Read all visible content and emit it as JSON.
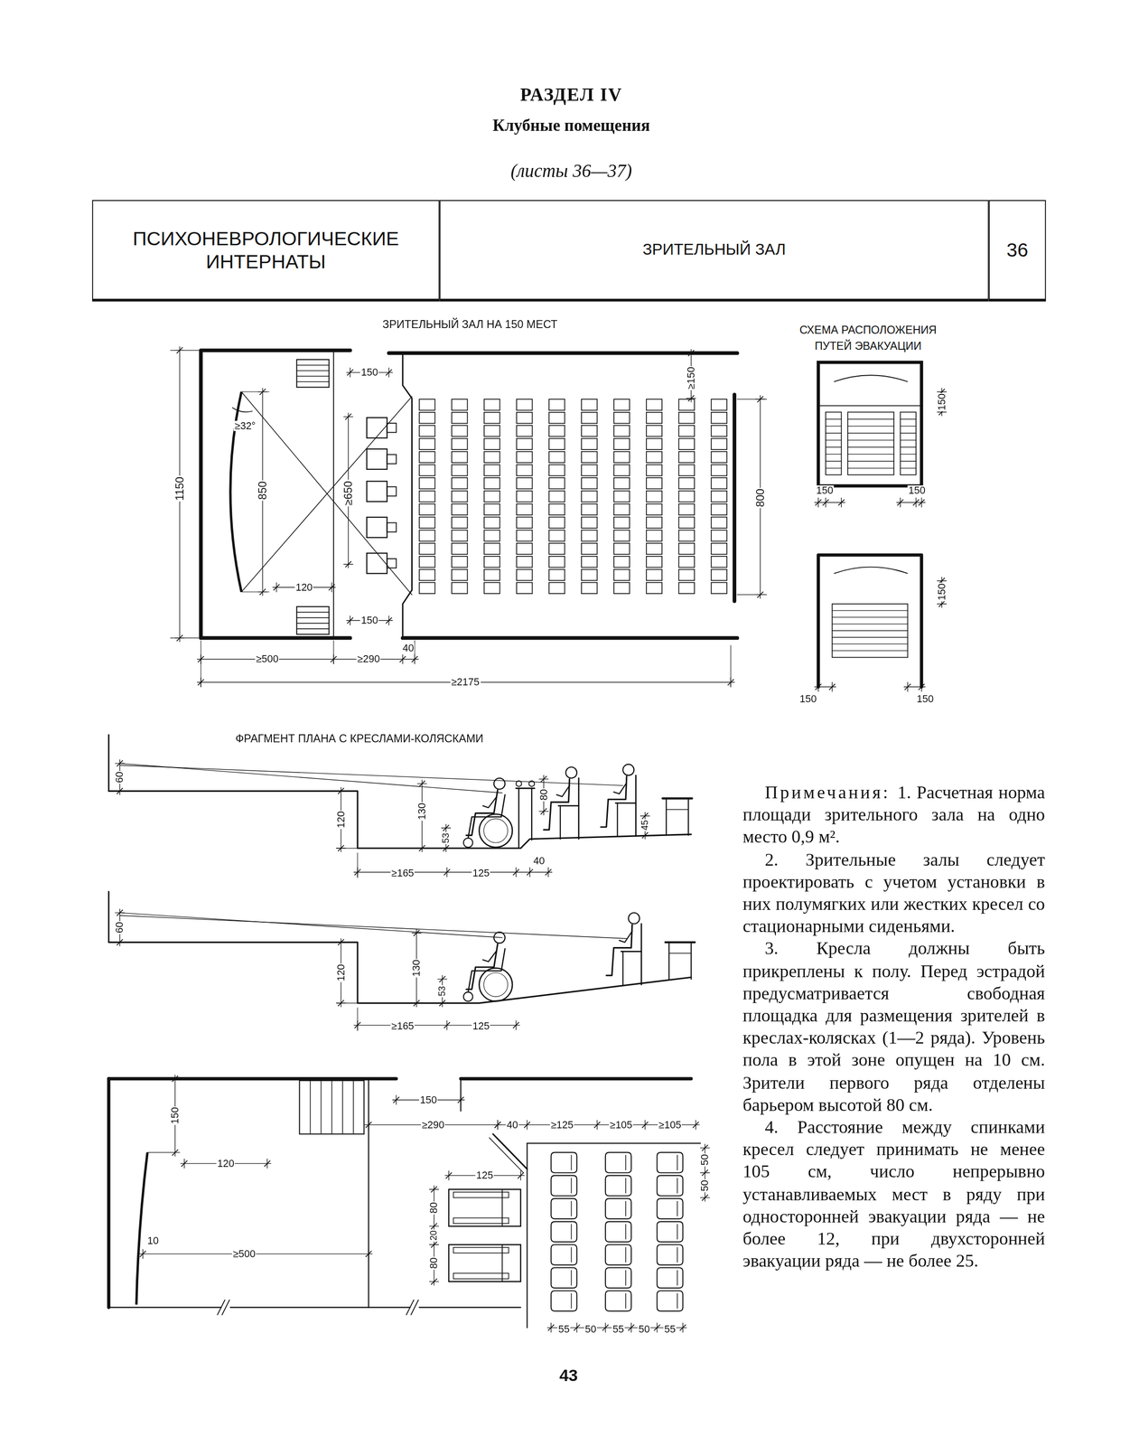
{
  "diagram": {
    "title": "РАЗДЕЛ IV",
    "nodes": [
      {
        "text": [
          "ПСИХОНЕВРОЛОГИЧЕСКИЕ ИНТЕРНАТЫ"
        ]
      },
      {
        "text": [
          "ЗРИТЕЛЬНЫЙ ЗАЛ"
        ]
      },
      {
        "text": [
          "36"
        ]
      }
    ],
    "labels": [
      "Клубные помещения",
      "(листы 36—37)",
      "ЗРИТЕЛЬНЫЙ ЗАЛ НА 150 МЕСТ",
      "СХЕМА РАСПОЛОЖЕНИЯ ПУТЕЙ ЭВАКУАЦИИ",
      "150",
      "≥32°",
      "1150",
      "850",
      "≥650",
      "120",
      "150",
      "≥150",
      "800",
      "≥500",
      "≥290",
      "40",
      "≥2175",
      "150",
      "150",
      "150",
      "150",
      "150",
      "150",
      "ФРАГМЕНТ ПЛАНА С КРЕСЛАМИ-КОЛЯСКАМИ",
      "60",
      "120",
      "130",
      "53",
      "80",
      "45",
      "≥165",
      "125",
      "40",
      "60",
      "120",
      "130",
      "53",
      "≥165",
      "125",
      "150",
      "≥290",
      "40",
      "≥125",
      "≥105",
      "≥105",
      "150",
      "120",
      "125",
      "50",
      "50",
      "80",
      "20",
      "80",
      "10",
      "≥500",
      "55",
      "50",
      "55",
      "50",
      "55",
      "43",
      "Примечания:",
      "1. Расчетная норма площади зрительного зала на одно место 0,9 м².",
      "2. Зрительные залы следует проектировать с учетом установки в них полумягких или жестких кресел со стационарными сиденьями.",
      "3. Кресла должны быть прикреплены к полу. Перед эстрадой предусматривается свободная площадка для размещения зрителей в креслах-колясках (1—2 ряда). Уровень пола в этой зоне опущен на 10 см. Зрители первого ряда отделены барьером высотой 80 см.",
      "4. Расстояние между спинками кресел следует принимать не менее 105 см, число непрерывно устанавливаемых мест в ряду при односторонней эвакуации ряда — не более 12, при двухсторонней эвакуации ряда — не более 25."
    ]
  }
}
